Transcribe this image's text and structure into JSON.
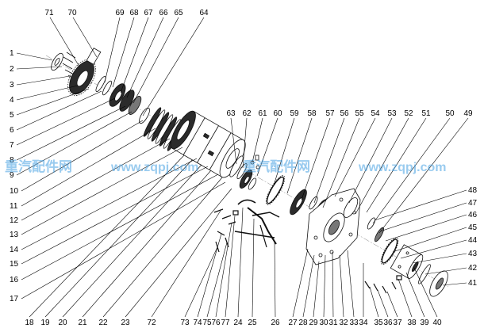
{
  "watermark": {
    "cn": "重汽配件网",
    "url": "www.zqpj.com"
  },
  "callouts": {
    "left": [
      "1",
      "2",
      "3",
      "4",
      "5",
      "6",
      "7",
      "8",
      "9",
      "10",
      "11",
      "12",
      "13",
      "14",
      "15",
      "16",
      "17"
    ],
    "bottom": [
      "18",
      "19",
      "20",
      "21",
      "22",
      "23",
      "72",
      "73",
      "74",
      "75",
      "76",
      "77",
      "24",
      "25",
      "26",
      "27",
      "28",
      "29",
      "30",
      "31",
      "32",
      "33",
      "34",
      "35",
      "36",
      "37",
      "38",
      "39",
      "40"
    ],
    "right": [
      "48",
      "47",
      "46",
      "45",
      "44",
      "43",
      "42",
      "41"
    ],
    "top": [
      "71",
      "70",
      "69",
      "68",
      "67",
      "66",
      "65",
      "64"
    ],
    "middle": [
      "63",
      "62",
      "61",
      "60",
      "59",
      "58",
      "57",
      "56",
      "55",
      "54",
      "53",
      "52",
      "51",
      "50",
      "49"
    ]
  }
}
